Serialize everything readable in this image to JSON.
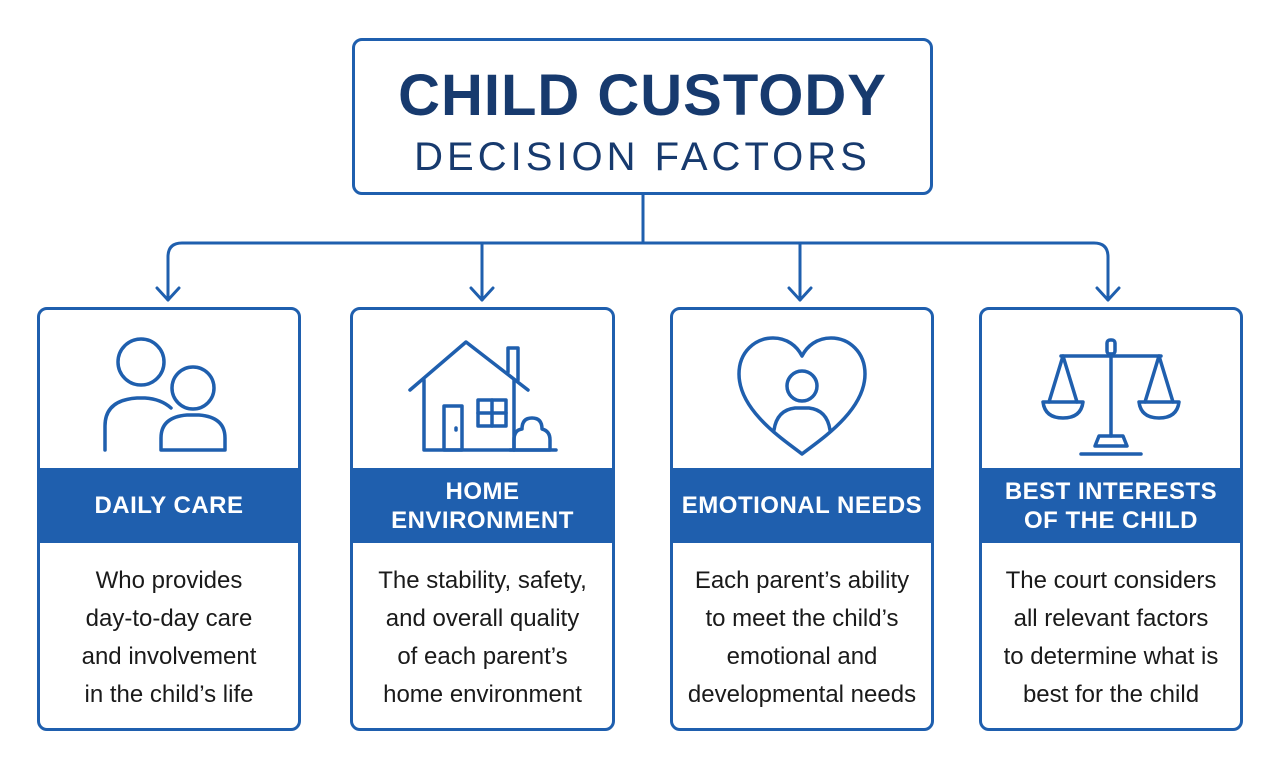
{
  "title": {
    "main": "CHILD CUSTODY",
    "sub": "DECISION FACTORS"
  },
  "colors": {
    "accent": "#1f5fae",
    "title_text": "#173a6e",
    "band_text": "#ffffff"
  },
  "factors": [
    {
      "icon": "parent-and-child-icon",
      "heading": "DAILY CARE",
      "lines": [
        "Who provides",
        "day-to-day care",
        "and involvement",
        "in the child’s life"
      ]
    },
    {
      "icon": "house-icon",
      "heading": "HOME ENVIRONMENT",
      "lines": [
        "The stability, safety,",
        "and overall quality",
        "of each parent’s",
        "home environment"
      ]
    },
    {
      "icon": "heart-person-icon",
      "heading": "EMOTIONAL NEEDS",
      "lines": [
        "Each parent’s ability",
        "to meet the child’s",
        "emotional and",
        "developmental needs"
      ]
    },
    {
      "icon": "scales-of-justice-icon",
      "heading_lines": [
        "BEST INTERESTS",
        "OF THE CHILD"
      ],
      "lines": [
        "The court considers",
        "all relevant factors",
        "to determine what is",
        "best for the child"
      ]
    }
  ]
}
